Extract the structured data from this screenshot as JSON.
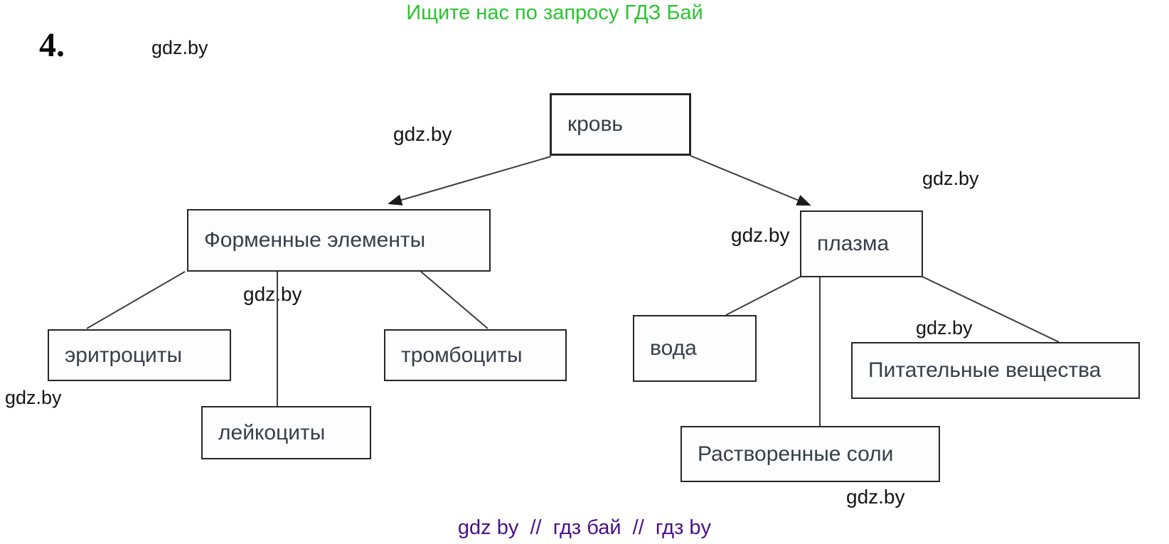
{
  "page": {
    "background": "#ffffff"
  },
  "header": {
    "text": "Ищите нас по запросу ГДЗ Бай",
    "color": "#2bc42f"
  },
  "exercise_number": "4.",
  "watermark": {
    "text": "gdz.by"
  },
  "footer": {
    "text": "gdz by  //  гдз бай  //  гдз by",
    "color": "#4a0f87"
  },
  "diagram": {
    "title_node": "кровь",
    "nodes": [
      {
        "id": "krov",
        "label": "кровь"
      },
      {
        "id": "formennye",
        "label": "Форменные элементы"
      },
      {
        "id": "plazma",
        "label": "плазма"
      },
      {
        "id": "eritrocity",
        "label": "эритроциты"
      },
      {
        "id": "leykocity",
        "label": "лейкоциты"
      },
      {
        "id": "trombocity",
        "label": "тромбоциты"
      },
      {
        "id": "voda",
        "label": "вода"
      },
      {
        "id": "pitatelnye",
        "label": "Питательные вещества"
      },
      {
        "id": "rastvorennye",
        "label": "Растворенные соли"
      }
    ],
    "edges": [
      {
        "from": "кровь",
        "to": "Форменные элементы",
        "arrow": true
      },
      {
        "from": "кровь",
        "to": "плазма",
        "arrow": true
      },
      {
        "from": "Форменные элементы",
        "to": "эритроциты",
        "arrow": false
      },
      {
        "from": "Форменные элементы",
        "to": "лейкоциты",
        "arrow": false
      },
      {
        "from": "Форменные элементы",
        "to": "тромбоциты",
        "arrow": false
      },
      {
        "from": "плазма",
        "to": "вода",
        "arrow": false
      },
      {
        "from": "плазма",
        "to": "Растворенные соли",
        "arrow": false
      },
      {
        "from": "плазма",
        "to": "Питательные вещества",
        "arrow": false
      }
    ],
    "line_color": "#3b3b3b",
    "border_color": "#262626",
    "text_color": "#373e48"
  }
}
